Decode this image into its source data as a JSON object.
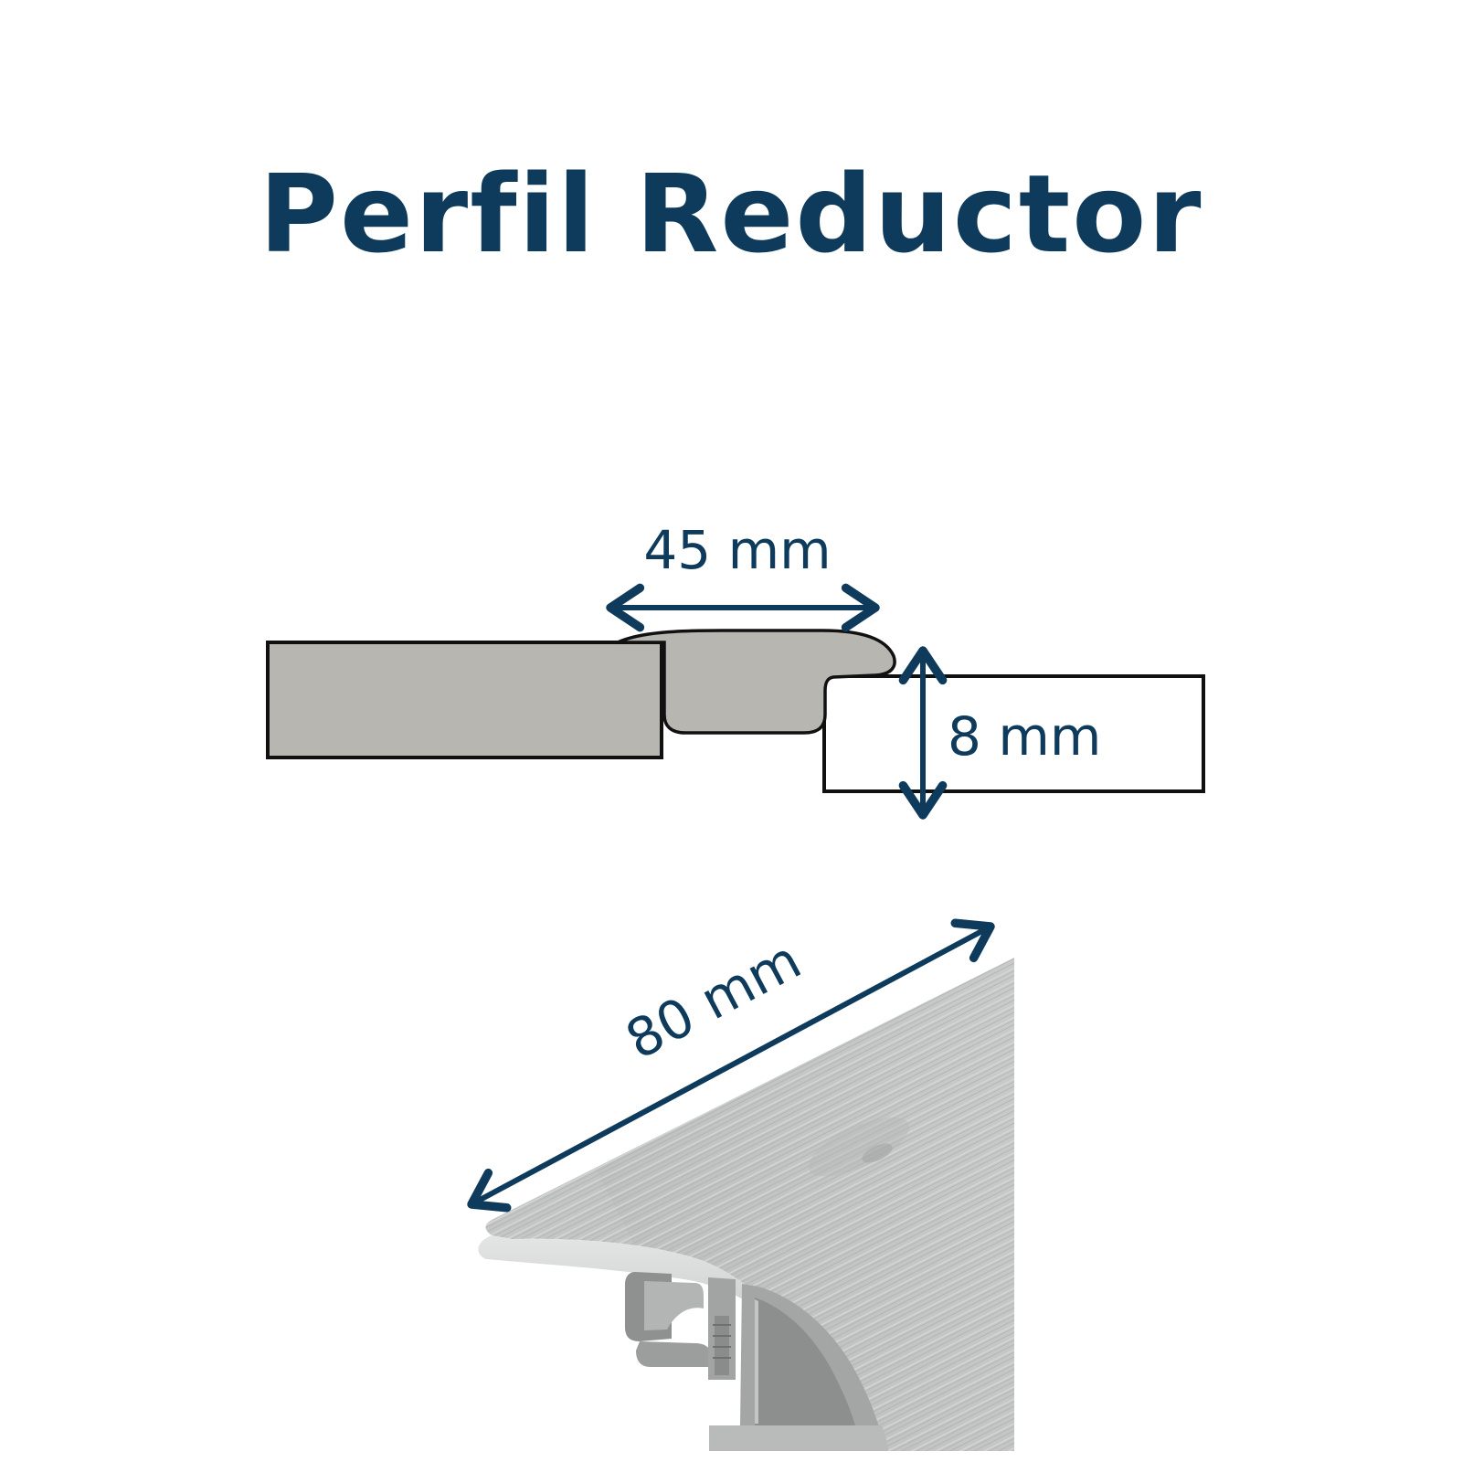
{
  "title": "Perfil Reductor",
  "dimensions": {
    "width_top": "45 mm",
    "height": "8 mm",
    "length": "80 mm"
  },
  "colors": {
    "title": "#0e3a5c",
    "arrow": "#0e3a5c",
    "floor_fill": "#b8b6b1",
    "outline": "#111111",
    "wood_base": "#c9cbca",
    "wood_dark": "#8f9190"
  }
}
